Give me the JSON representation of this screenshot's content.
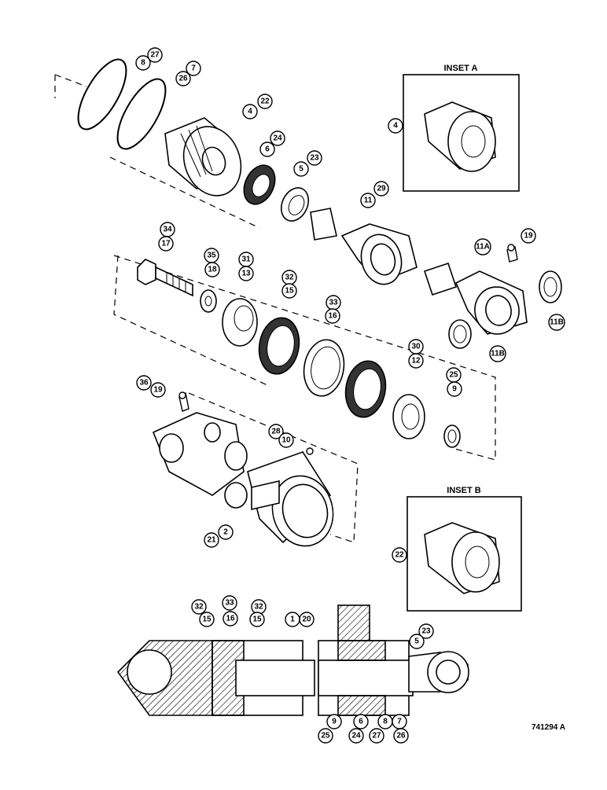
{
  "insets": [
    {
      "id": "A",
      "title": "INSET A",
      "callout": "4"
    },
    {
      "id": "B",
      "title": "INSET B",
      "callout": "22"
    }
  ],
  "callouts": [
    "27",
    "8",
    "7",
    "26",
    "4",
    "22",
    "6",
    "24",
    "5",
    "23",
    "11",
    "29",
    "19",
    "11A",
    "34",
    "17",
    "35",
    "18",
    "31",
    "13",
    "32",
    "15",
    "33",
    "16",
    "11B",
    "11B",
    "30",
    "12",
    "25",
    "9",
    "36",
    "19",
    "28",
    "10",
    "21",
    "2",
    "32",
    "15",
    "33",
    "16",
    "32",
    "15",
    "1",
    "20",
    "23",
    "5",
    "9",
    "25",
    "6",
    "24",
    "8",
    "27",
    "7",
    "26"
  ],
  "drawing_number": "741294 A"
}
